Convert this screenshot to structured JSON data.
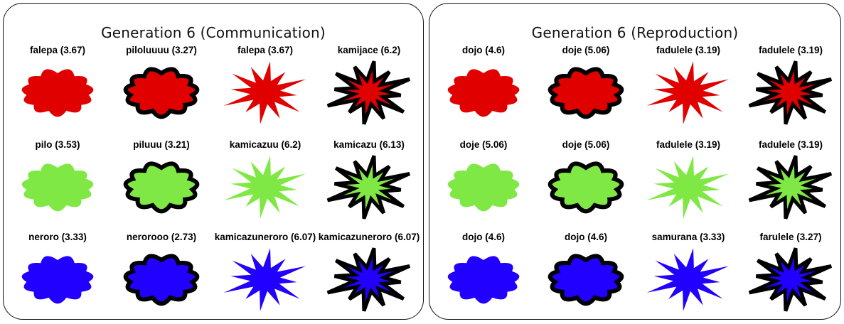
{
  "colors": {
    "red": "#e00000",
    "green": "#80e845",
    "blue": "#2200ff",
    "outline": "#000000"
  },
  "shapes": {
    "rows": [
      "red",
      "green",
      "blue"
    ],
    "columns": [
      "cloud",
      "cloud-outlined",
      "star",
      "star-outlined"
    ]
  },
  "panels": [
    {
      "title": "Generation  6 (Communication)",
      "rows": [
        [
          "falepa (3.67)",
          "piloluuuu (3.27)",
          "falepa (3.67)",
          "kamijace (6.2)"
        ],
        [
          "pilo (3.53)",
          "piluuu (3.21)",
          "kamicazuu (6.2)",
          "kamicazu (6.13)"
        ],
        [
          "neroro (3.33)",
          "nerorooo (2.73)",
          "kamicazuneroro (6.07)",
          "kamicazuneroro (6.07)"
        ]
      ]
    },
    {
      "title": "Generation  6 (Reproduction)",
      "rows": [
        [
          "dojo (4.6)",
          "doje (5.06)",
          "fadulele (3.19)",
          "fadulele (3.19)"
        ],
        [
          "doje (5.06)",
          "doje (5.06)",
          "fadulele (3.19)",
          "fadulele (3.19)"
        ],
        [
          "dojo (4.6)",
          "dojo (4.6)",
          "samurana (3.33)",
          "farulele (3.27)"
        ]
      ]
    }
  ]
}
